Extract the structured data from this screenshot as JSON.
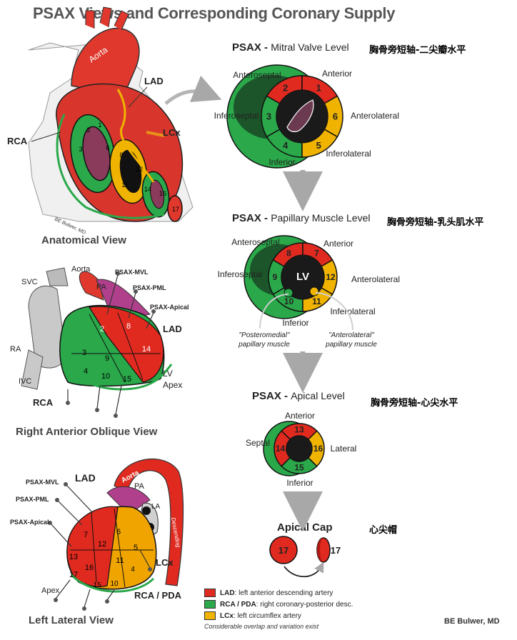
{
  "title": "PSAX Views and Corresponding Coronary Supply",
  "colors": {
    "lad": "#e02a20",
    "rca": "#2aa84a",
    "lcx": "#f0b400",
    "dark": "#1a1a1a",
    "arrow": "#a8a8a8"
  },
  "anatomical": {
    "caption": "Anatomical View",
    "aorta": "Aorta",
    "lad": "LAD",
    "rca": "RCA",
    "lcx": "LCx",
    "credit": "BE Bulwer, MD",
    "segments": [
      "2",
      "1",
      "3",
      "6",
      "8",
      "12",
      "11",
      "14",
      "16",
      "17"
    ]
  },
  "rao": {
    "caption": "Right Anterior Oblique View",
    "labels": {
      "svc": "SVC",
      "aorta": "Aorta",
      "pa": "PA",
      "ra": "RA",
      "ivc": "IVC",
      "rca": "RCA",
      "lad": "LAD",
      "lv": "LV",
      "apex": "Apex"
    },
    "planes": [
      "PSAX-MVL",
      "PSAX-PML",
      "PSAX-Apical"
    ],
    "segments": [
      "2",
      "8",
      "14",
      "3",
      "9",
      "4",
      "10",
      "15"
    ]
  },
  "lateral": {
    "caption": "Left Lateral View",
    "labels": {
      "aorta": "Aorta",
      "pa": "PA",
      "la": "LA",
      "lad": "LAD",
      "lcx": "LCx",
      "rca_pda": "RCA / PDA",
      "apex": "Apex",
      "desc": "Descending"
    },
    "planes": [
      "PSAX-MVL",
      "PSAX-PML",
      "PSAX-Apical"
    ],
    "segments": [
      "7",
      "6",
      "12",
      "13",
      "16",
      "11",
      "5",
      "17",
      "15",
      "10",
      "4"
    ]
  },
  "mitral": {
    "prefix": "PSAX - ",
    "title": "Mitral Valve Level",
    "cn": "胸骨旁短轴-二尖瓣水平",
    "labels": [
      "Anteroseptal",
      "Anterior",
      "Inferoseptal",
      "Anterolateral",
      "Inferior",
      "Inferolateral"
    ],
    "segments": [
      "2",
      "1",
      "3",
      "6",
      "4",
      "5"
    ]
  },
  "papillary": {
    "prefix": "PSAX - ",
    "title": "Papillary Muscle Level",
    "cn": "胸骨旁短轴-乳头肌水平",
    "labels": [
      "Anteroseptal",
      "Anterior",
      "Inferoseptal",
      "Anterolateral",
      "Inferolateral",
      "Inferior"
    ],
    "segments": [
      "8",
      "7",
      "9",
      "12",
      "10",
      "11"
    ],
    "lv": "LV",
    "pm_left": [
      "\"Posteromedial\"",
      "papillary muscle"
    ],
    "pm_right": [
      "\"Anterolateral\"",
      "papillary muscle"
    ]
  },
  "apical": {
    "prefix": "PSAX - ",
    "title": "Apical Level",
    "cn": "胸骨旁短轴-心尖水平",
    "labels": [
      "Anterior",
      "Septal",
      "Lateral",
      "Inferior"
    ],
    "segments": [
      "13",
      "14",
      "16",
      "15"
    ]
  },
  "cap": {
    "title": "Apical Cap",
    "cn": "心尖帽",
    "segment": "17",
    "segment_side": "17"
  },
  "legend": {
    "items": [
      {
        "abbr": "LAD",
        "text": ": left anterior descending artery",
        "color": "#e02a20"
      },
      {
        "abbr": "RCA / PDA",
        "text": ": right coronary-posterior desc.",
        "color": "#2aa84a"
      },
      {
        "abbr": "LCx",
        "text": ": left circumflex artery",
        "color": "#f0b400"
      }
    ],
    "note": "Considerable overlap and variation exist",
    "credit": "BE Bulwer, MD"
  }
}
